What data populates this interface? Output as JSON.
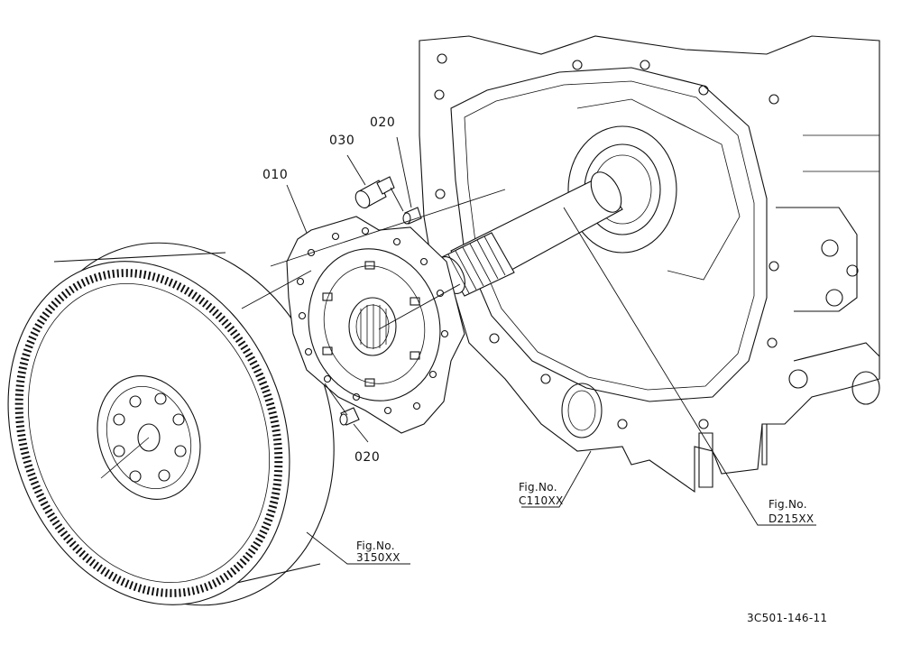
{
  "callouts": {
    "part_010": "010",
    "part_020_top": "020",
    "part_020_bottom": "020",
    "part_030": "030"
  },
  "refs": {
    "flywheel": {
      "line1": "Fig.No.",
      "line2": "3150XX"
    },
    "housing": {
      "line1": "Fig.No.",
      "line2": "C110XX"
    },
    "shaft": {
      "line1": "Fig.No.",
      "line2": "D215XX"
    }
  },
  "drawing_id": "3C501-146-11"
}
